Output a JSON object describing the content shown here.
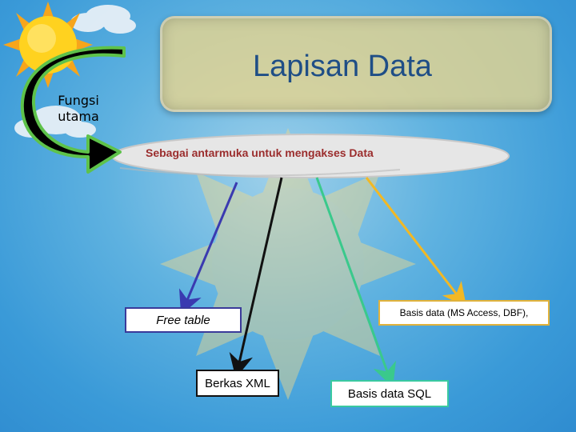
{
  "title": "Lapisan Data",
  "main_function_label": "Fungsi utama",
  "banner_text": "Sebagai antarmuka untuk mengakses Data",
  "targets": {
    "free_table": "Free table",
    "xml_file": "Berkas XML",
    "db_access_dbf": "Basis data (MS Access, DBF),",
    "db_sql": "Basis data SQL"
  },
  "colors": {
    "title": "#1f4e86",
    "banner_text": "#9b2d2d",
    "arrow_free_table": "#3a3ab0",
    "arrow_xml": "#111111",
    "arrow_sql": "#3ac98c",
    "arrow_access": "#f2b824",
    "curved_arrow_outline": "#5ec24a"
  },
  "icons": [
    "sun-icon",
    "cloud-icon",
    "curved-arrow-icon"
  ]
}
